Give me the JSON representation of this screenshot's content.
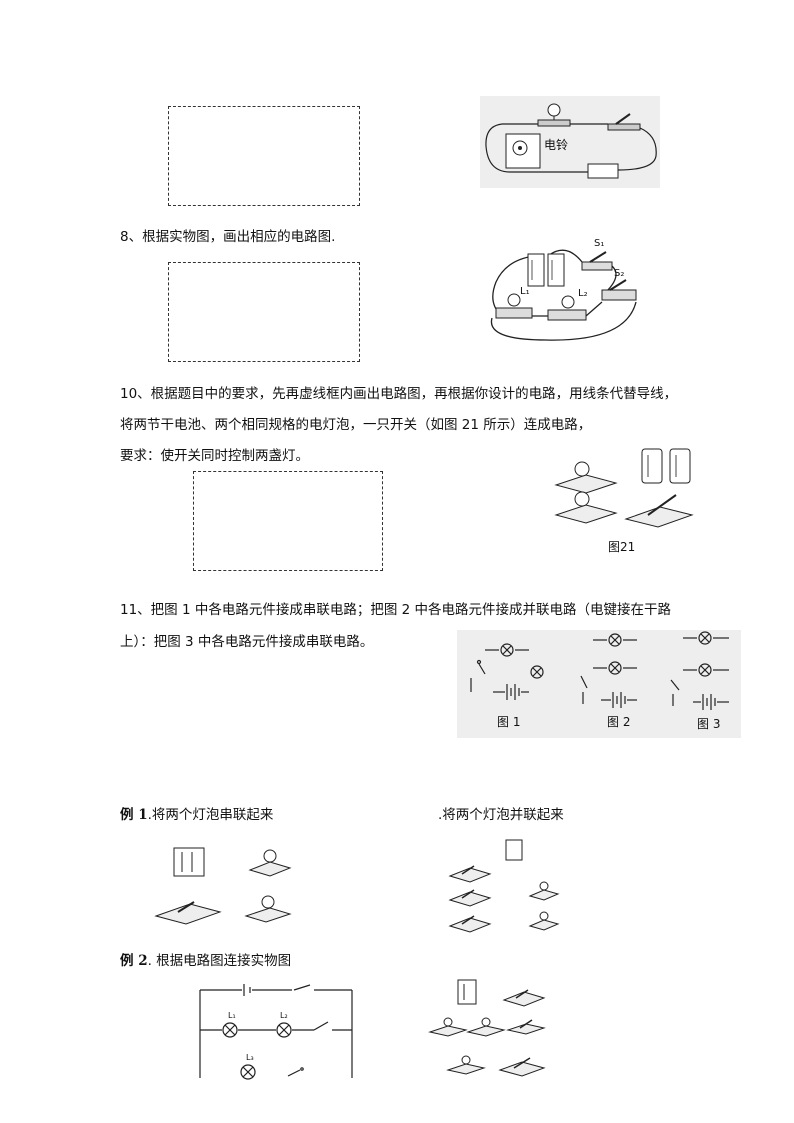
{
  "q7": {
    "bell_label": "电铃"
  },
  "q8": {
    "text": "8、根据实物图，画出相应的电路图.",
    "labels": {
      "s1": "S₁",
      "s2": "S₂",
      "l1": "L₁",
      "l2": "L₂"
    }
  },
  "q10": {
    "line1": "10、根据题目中的要求，先再虚线框内画出电路图，再根据你设计的电路，用线条代替导线，",
    "line2": "将两节干电池、两个相同规格的电灯泡，一只开关（如图 21 所示）连成电路，",
    "line3": "要求：使开关同时控制两盏灯。",
    "fig_caption": "图21"
  },
  "q11": {
    "line1": "11、把图 1 中各电路元件接成串联电路；把图 2 中各电路元件接成并联电路（电键接在干路",
    "line2": "上）：把图 3 中各电路元件接成串联电路。",
    "fig1": "图 1",
    "fig2": "图 2",
    "fig3": "图 3"
  },
  "ex1": {
    "prefix": "例 1",
    "text": ".将两个灯泡串联起来",
    "text_right": ".将两个灯泡并联起来"
  },
  "ex2": {
    "prefix": "例 2",
    "text": ". 根据电路图连接实物图",
    "labels": {
      "l1": "L₁",
      "l2": "L₂",
      "l3": "L₃"
    }
  },
  "colors": {
    "ink": "#111111",
    "figure_bg": "#eeeeee"
  }
}
